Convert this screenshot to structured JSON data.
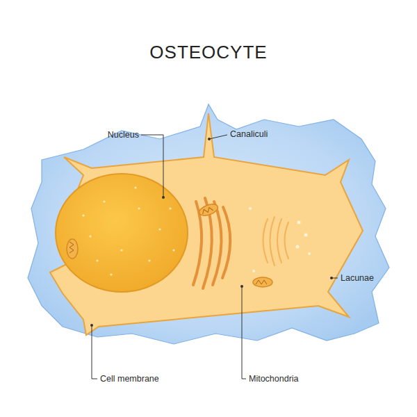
{
  "diagram": {
    "title": "OSTEOCYTE",
    "labels": [
      "Nucleus",
      "Canaliculi",
      "Lacunae",
      "Mitochondria",
      "Cell membrane"
    ]
  }
}
